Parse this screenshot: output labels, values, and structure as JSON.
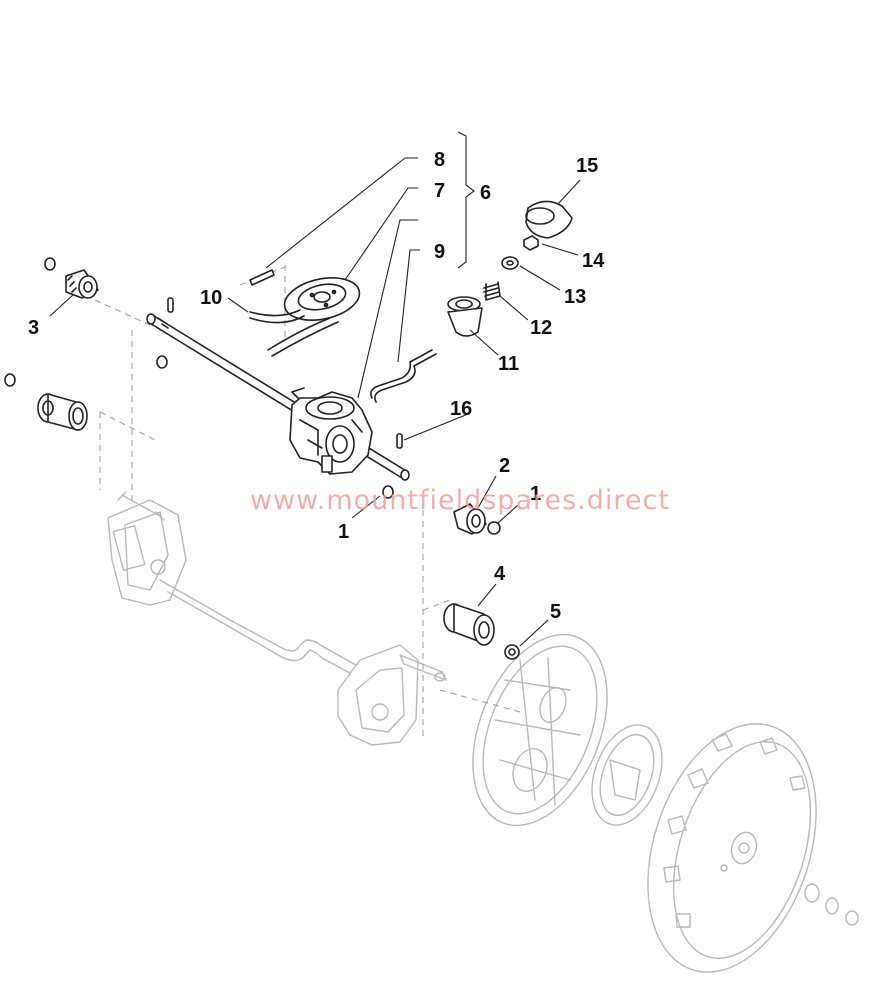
{
  "diagram": {
    "callouts": {
      "c1a": "1",
      "c1b": "1",
      "c2": "2",
      "c3": "3",
      "c4": "4",
      "c5": "5",
      "c6": "6",
      "c7": "7",
      "c8": "8",
      "c9": "9",
      "c10": "10",
      "c11": "11",
      "c12": "12",
      "c13": "13",
      "c14": "14",
      "c15": "15",
      "c16": "16"
    },
    "watermark": "www.mountfieldspares.direct"
  }
}
